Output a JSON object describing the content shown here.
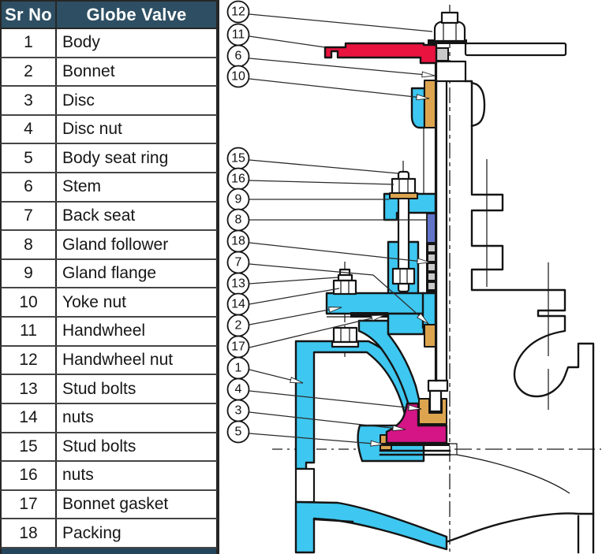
{
  "table": {
    "headers": [
      "Sr No",
      "Globe Valve"
    ],
    "rows": [
      [
        "1",
        "Body"
      ],
      [
        "2",
        "Bonnet"
      ],
      [
        "3",
        "Disc"
      ],
      [
        "4",
        "Disc nut"
      ],
      [
        "5",
        "Body seat ring"
      ],
      [
        "6",
        "Stem"
      ],
      [
        "7",
        "Back seat"
      ],
      [
        "8",
        "Gland follower"
      ],
      [
        "9",
        "Gland flange"
      ],
      [
        "10",
        "Yoke nut"
      ],
      [
        "11",
        "Handwheel"
      ],
      [
        "12",
        "Handwheel nut"
      ],
      [
        "13",
        "Stud bolts"
      ],
      [
        "14",
        "nuts"
      ],
      [
        "15",
        "Stud bolts"
      ],
      [
        "16",
        "nuts"
      ],
      [
        "17",
        "Bonnet gasket"
      ],
      [
        "18",
        "Packing"
      ]
    ]
  },
  "diagram": {
    "callouts": [
      "12",
      "11",
      "6",
      "10",
      "15",
      "16",
      "9",
      "8",
      "18",
      "7",
      "13",
      "14",
      "2",
      "17",
      "1",
      "4",
      "3",
      "5"
    ]
  },
  "colors": {
    "table_header_bg": "#2E4F63",
    "table_border": "#262626",
    "footer_bar": "#24455C",
    "body_cyan": "#3EC7F0",
    "disc_magenta": "#D51486",
    "handwheel_red": "#E8133F",
    "seat_tan": "#DCA44F",
    "gland_follower_blue": "#6274C8",
    "packing_gray": "#C9C9C9",
    "stem_top_gray": "#ADADAD",
    "line": "#141414"
  }
}
